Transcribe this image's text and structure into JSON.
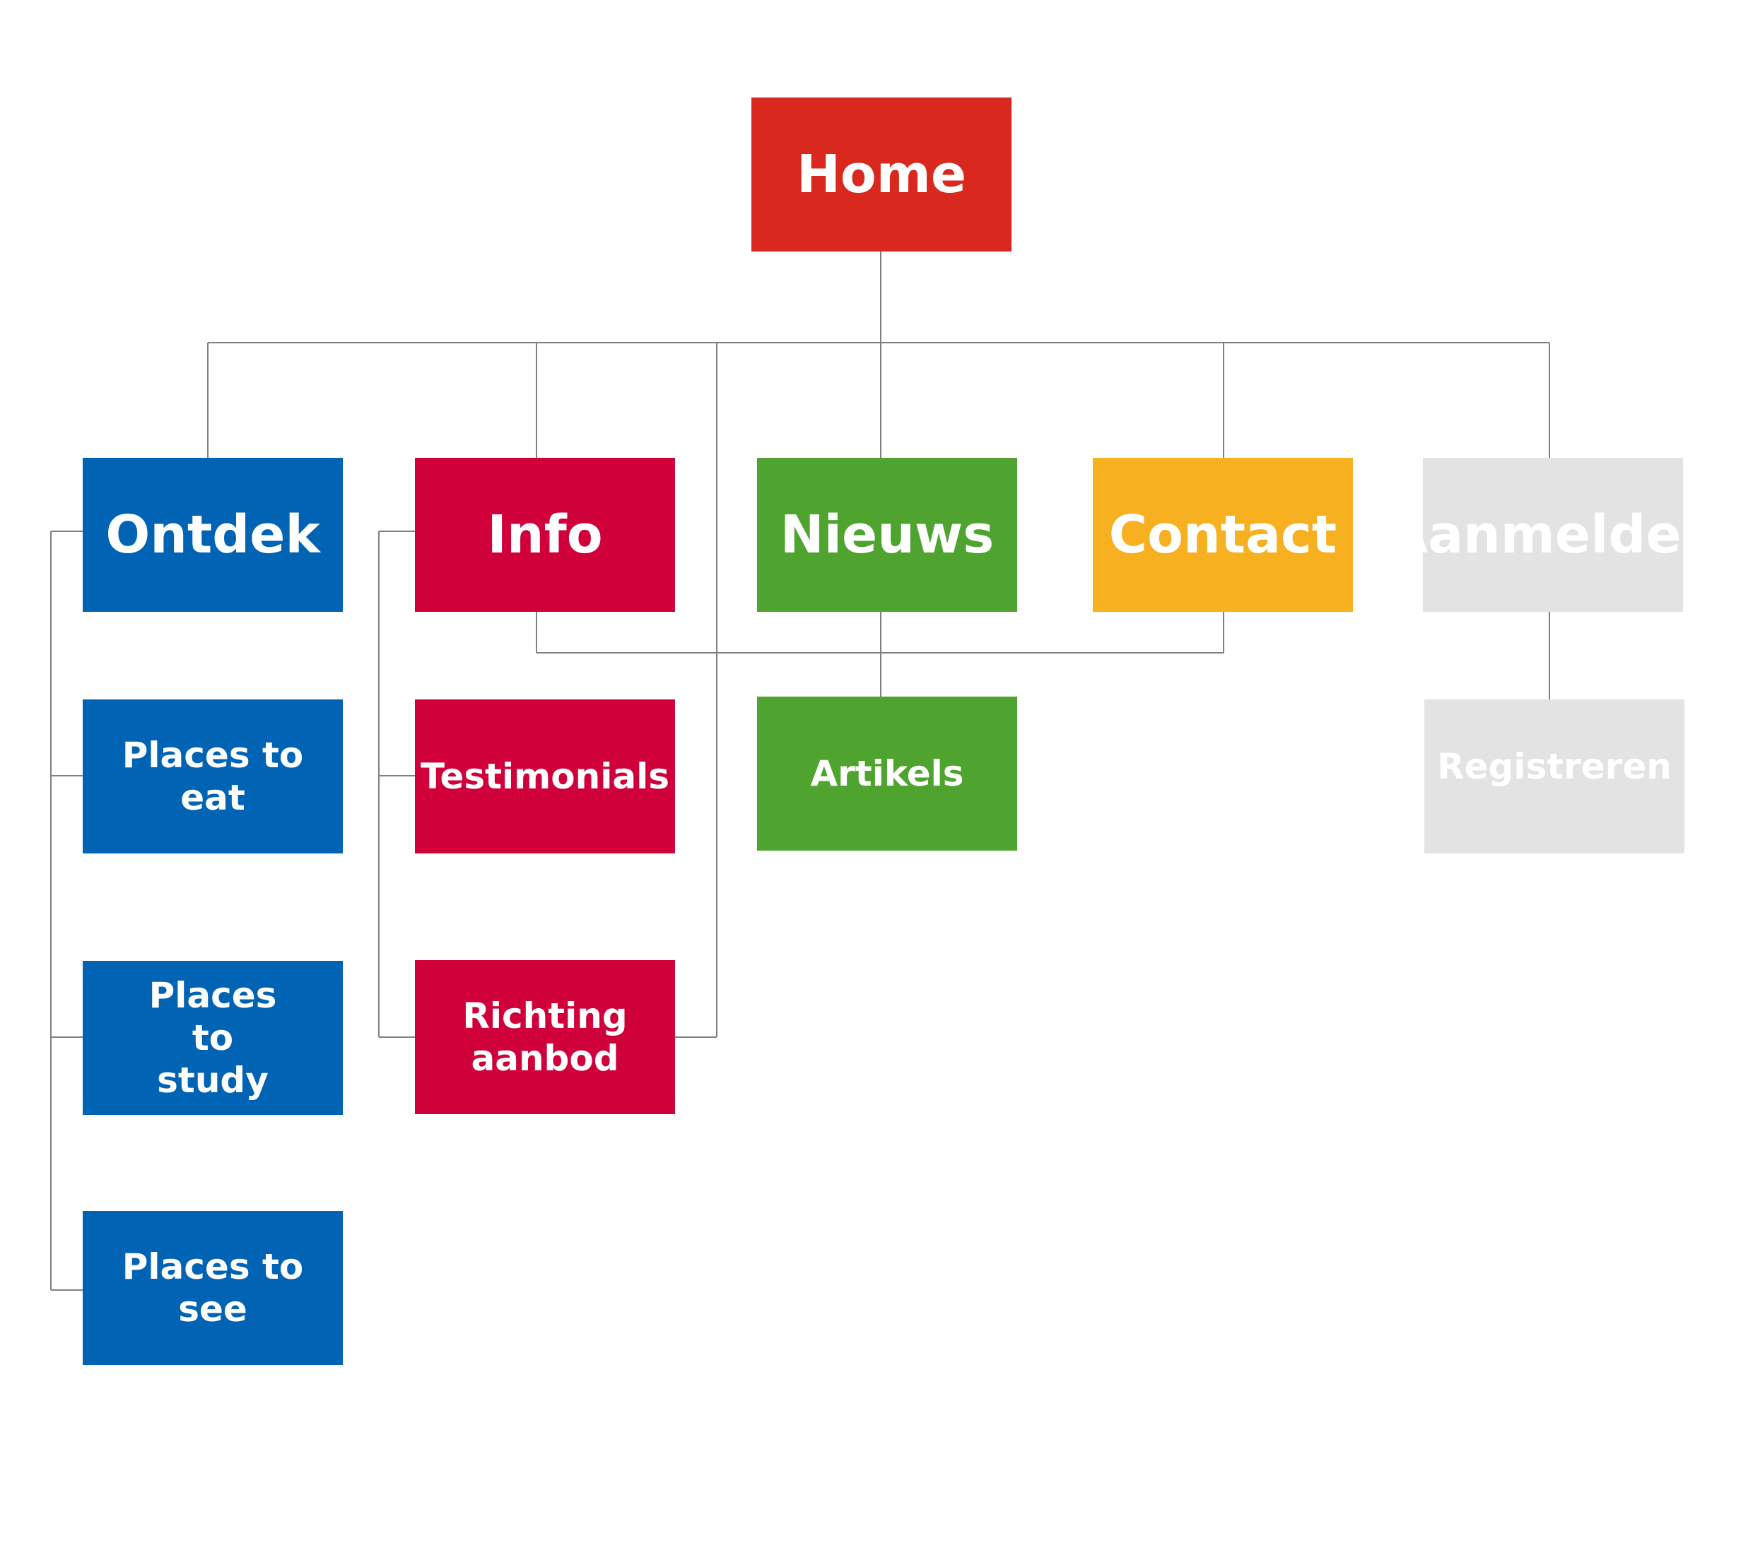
{
  "colors": {
    "home": "#d9281e",
    "ontdek": "#0063b4",
    "info": "#cf003a",
    "nieuws": "#4ea42e",
    "contact": "#f6b020",
    "aanmelden": "#e3e3e3",
    "connector": "#808080",
    "text": "#ffffff"
  },
  "nodes": {
    "home": "Home",
    "ontdek": "Ontdek",
    "info": "Info",
    "nieuws": "Nieuws",
    "contact": "Contact",
    "aanmelden": "Aanmelden",
    "places_to_eat": "Places to eat",
    "places_to_study": "Places to study",
    "places_to_see": "Places to see",
    "testimonials": "Testimonials",
    "richting_aanbod": "Richting aanbod",
    "artikels": "Artikels",
    "registreren": "Registreren"
  }
}
